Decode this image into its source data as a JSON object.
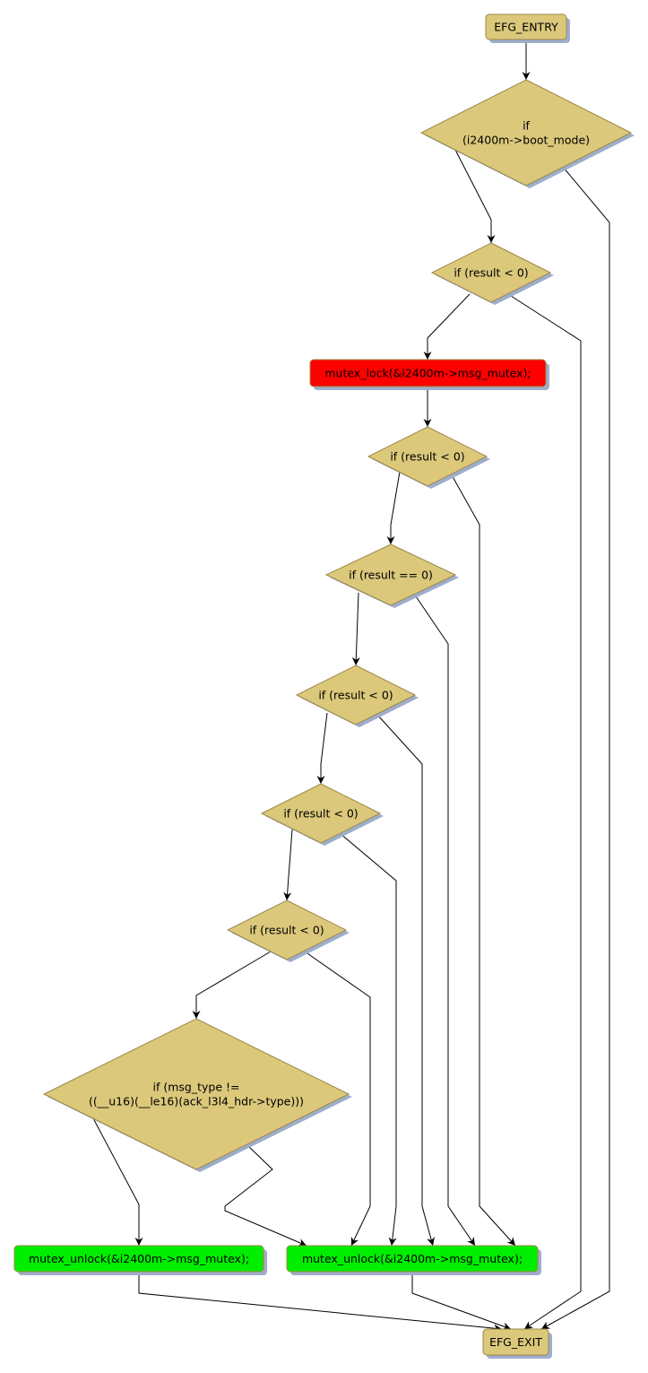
{
  "colors": {
    "decision": "#dbc87b",
    "border": "#9c8747",
    "shadow": "#9fadcc",
    "lock": "#ff0000",
    "unlock": "#00ee00",
    "edge": "#000000"
  },
  "nodes": {
    "entry": {
      "label": [
        "EFG_ENTRY"
      ]
    },
    "d1": {
      "label": [
        "if",
        "(i2400m->boot_mode)"
      ]
    },
    "d2": {
      "label": [
        "if (result < 0)"
      ]
    },
    "lock": {
      "label": [
        "mutex_lock(&i2400m->msg_mutex);"
      ]
    },
    "d3": {
      "label": [
        "if (result < 0)"
      ]
    },
    "d4": {
      "label": [
        "if (result == 0)"
      ]
    },
    "d5": {
      "label": [
        "if (result < 0)"
      ]
    },
    "d6": {
      "label": [
        "if (result < 0)"
      ]
    },
    "d7": {
      "label": [
        "if (result < 0)"
      ]
    },
    "d8": {
      "label": [
        "if (msg_type !=",
        "((__u16)(__le16)(ack_l3l4_hdr->type)))"
      ]
    },
    "unlock1": {
      "label": [
        "mutex_unlock(&i2400m->msg_mutex);"
      ]
    },
    "unlock2": {
      "label": [
        "mutex_unlock(&i2400m->msg_mutex);"
      ]
    },
    "exit": {
      "label": [
        "EFG_EXIT"
      ]
    }
  }
}
